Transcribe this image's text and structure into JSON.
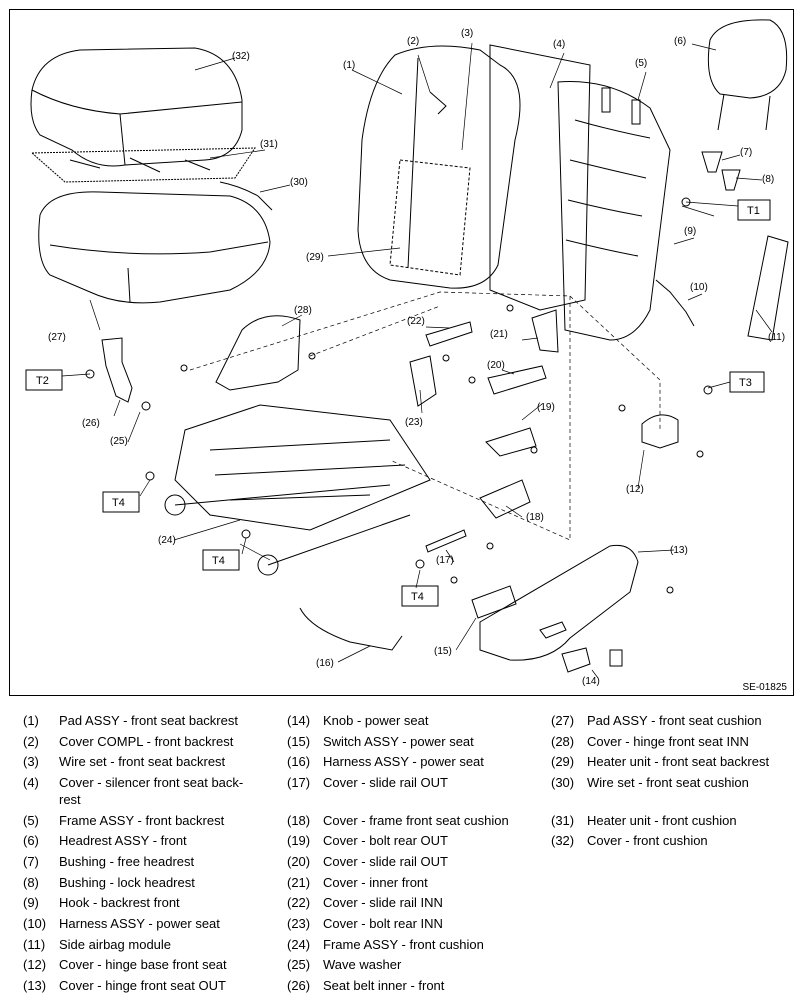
{
  "figure": {
    "id": "SE-01825",
    "callouts": [
      "(1)",
      "(2)",
      "(3)",
      "(4)",
      "(5)",
      "(6)",
      "(7)",
      "(8)",
      "(9)",
      "(10)",
      "(11)",
      "(12)",
      "(13)",
      "(14)",
      "(15)",
      "(16)",
      "(17)",
      "(18)",
      "(19)",
      "(20)",
      "(21)",
      "(22)",
      "(23)",
      "(24)",
      "(25)",
      "(26)",
      "(27)",
      "(28)",
      "(29)",
      "(30)",
      "(31)",
      "(32)"
    ],
    "torque_labels": [
      "T1",
      "T2",
      "T3",
      "T4",
      "T4",
      "T4"
    ]
  },
  "legend": [
    {
      "num": "(1)",
      "text": "Pad ASSY - front seat backrest"
    },
    {
      "num": "(2)",
      "text": "Cover COMPL - front backrest"
    },
    {
      "num": "(3)",
      "text": "Wire set - front seat backrest"
    },
    {
      "num": "(4)",
      "text": "Cover - silencer front seat back-rest"
    },
    {
      "num": "(5)",
      "text": "Frame ASSY - front backrest"
    },
    {
      "num": "(6)",
      "text": "Headrest ASSY - front"
    },
    {
      "num": "(7)",
      "text": "Bushing - free headrest"
    },
    {
      "num": "(8)",
      "text": "Bushing - lock headrest"
    },
    {
      "num": "(9)",
      "text": "Hook - backrest front"
    },
    {
      "num": "(10)",
      "text": "Harness ASSY - power seat"
    },
    {
      "num": "(11)",
      "text": "Side airbag module"
    },
    {
      "num": "(12)",
      "text": "Cover - hinge base front seat"
    },
    {
      "num": "(13)",
      "text": "Cover - hinge front seat OUT"
    },
    {
      "num": "(14)",
      "text": "Knob - power seat"
    },
    {
      "num": "(15)",
      "text": "Switch ASSY - power seat"
    },
    {
      "num": "(16)",
      "text": "Harness ASSY - power seat"
    },
    {
      "num": "(17)",
      "text": "Cover - slide rail OUT"
    },
    {
      "num": "(18)",
      "text": "Cover - frame front seat cushion"
    },
    {
      "num": "(19)",
      "text": "Cover - bolt rear OUT"
    },
    {
      "num": "(20)",
      "text": "Cover - slide rail OUT"
    },
    {
      "num": "(21)",
      "text": "Cover - inner front"
    },
    {
      "num": "(22)",
      "text": "Cover - slide rail INN"
    },
    {
      "num": "(23)",
      "text": "Cover - bolt rear INN"
    },
    {
      "num": "(24)",
      "text": "Frame ASSY - front cushion"
    },
    {
      "num": "(25)",
      "text": "Wave washer"
    },
    {
      "num": "(26)",
      "text": "Seat belt inner - front"
    },
    {
      "num": "(27)",
      "text": "Pad ASSY - front seat cushion"
    },
    {
      "num": "(28)",
      "text": "Cover - hinge front seat INN"
    },
    {
      "num": "(29)",
      "text": "Heater unit - front seat backrest"
    },
    {
      "num": "(30)",
      "text": "Wire set - front seat cushion"
    },
    {
      "num": "(31)",
      "text": "Heater unit - front cushion"
    },
    {
      "num": "(32)",
      "text": "Cover - front cushion"
    }
  ]
}
